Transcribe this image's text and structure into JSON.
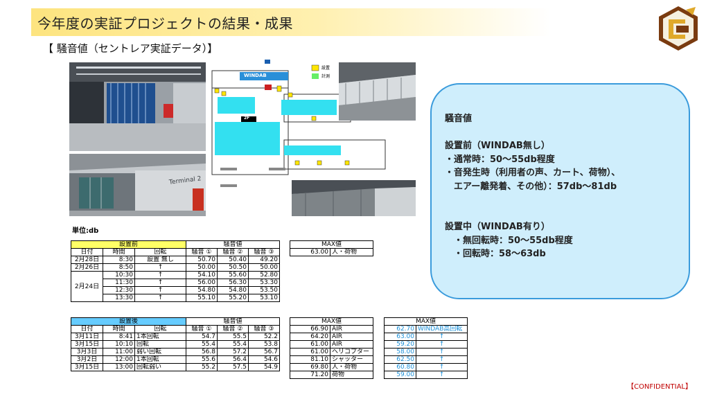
{
  "header": {
    "title": "今年度の実証プロジェクトの結果・成果",
    "subtitle": "【 騒音値（セントレア実証データ）】"
  },
  "floor_map": {
    "sign_label": "WINDAB",
    "floor_label": "2F",
    "legend_1": "設置",
    "legend_2": "計測"
  },
  "photo_labels": {
    "terminal": "Terminal 2"
  },
  "callout": {
    "text": "騒音値\n\n設置前（WINDAB無し）\n・通常時：50～55db程度\n・音発生時（利用者の声、カート、荷物）、\n　エアー離発着、その他）：57db～81db\n\n\n設置中（WINDAB有り）\n　・無回転時：50～55db程度\n　・回転時：58～63db"
  },
  "unit_label": "単位:db",
  "before_table": {
    "title": "設置前",
    "noise_header": "騒音値",
    "headers": [
      "日付",
      "時間",
      "回転",
      "騒音 ①",
      "騒音 ②",
      "騒音 ③"
    ],
    "rows": [
      [
        "2月28日",
        "8:30",
        "設置 無し",
        "50.70",
        "50.40",
        "49.20"
      ],
      [
        "2月26日",
        "8:50",
        "↑",
        "50.00",
        "50.50",
        "50.00"
      ],
      [
        "",
        "10:30",
        "↑",
        "54.10",
        "55.60",
        "52.80"
      ],
      [
        "2月24日",
        "11:30",
        "↑",
        "56.00",
        "56.30",
        "53.30"
      ],
      [
        "",
        "12:30",
        "↑",
        "54.80",
        "54.80",
        "53.50"
      ],
      [
        "",
        "13:30",
        "↑",
        "55.10",
        "55.20",
        "53.10"
      ]
    ]
  },
  "before_max": {
    "header": "MAX値",
    "rows": [
      [
        "63.00",
        "人・荷物"
      ]
    ]
  },
  "after_table": {
    "title": "設置後",
    "noise_header": "騒音値",
    "headers": [
      "日付",
      "時間",
      "回転",
      "騒音 ①",
      "騒音 ②",
      "騒音 ③"
    ],
    "rows": [
      [
        "3月11日",
        "8:41",
        "1本回転",
        "54.7",
        "55.5",
        "52.2"
      ],
      [
        "3月15日",
        "10:10",
        "回転",
        "55.4",
        "55.4",
        "53.8"
      ],
      [
        "3月3日",
        "11:00",
        "弱い回転",
        "56.8",
        "57.2",
        "56.7"
      ],
      [
        "3月2日",
        "12:00",
        "1本回転",
        "55.6",
        "56.4",
        "54.6"
      ],
      [
        "3月15日",
        "13:00",
        "回転弱い",
        "55.2",
        "57.5",
        "54.9"
      ]
    ]
  },
  "after_max": {
    "header": "MAX値",
    "rows": [
      [
        "66.90",
        "AIR"
      ],
      [
        "64.20",
        "AIR"
      ],
      [
        "61.00",
        "AIR"
      ],
      [
        "61.00",
        "ヘリコプター"
      ],
      [
        "81.10",
        "シャッター"
      ],
      [
        "69.80",
        "人・荷物"
      ],
      [
        "71.20",
        "荷物"
      ]
    ]
  },
  "windab_max": {
    "header": "MAX値",
    "rows": [
      [
        "62.70",
        "WINDAB高回転"
      ],
      [
        "63.00",
        "↑"
      ],
      [
        "59.20",
        "↑"
      ],
      [
        "58.00",
        "↑"
      ],
      [
        "62.50",
        "↑"
      ],
      [
        "60.80",
        "↑"
      ],
      [
        "59.00",
        "↑"
      ]
    ]
  },
  "footer": {
    "confidential": "【CONFIDENTIAL】"
  },
  "colors": {
    "title_bar": "#fde47f",
    "before_header": "#ffff66",
    "after_header": "#66ccff",
    "callout_fill": "#cfeefc",
    "callout_border": "#3a9bdc",
    "windab_values": "#1a8fd8",
    "confidential": "#c00000",
    "logo_brown": "#7a3b10",
    "logo_gold": "#e0a92a"
  }
}
